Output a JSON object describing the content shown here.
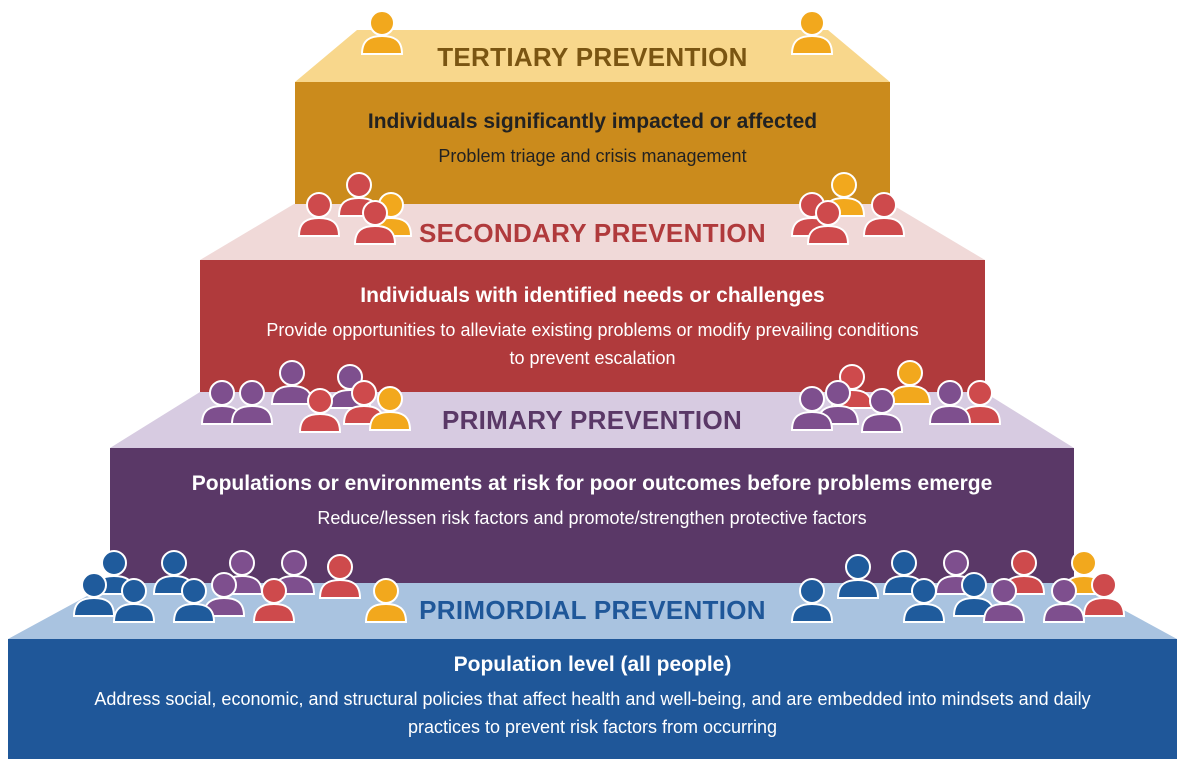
{
  "colors": {
    "tertiary_box": "#CB8B1C",
    "tertiary_top": "#F8D78C",
    "tertiary_label": "#7A5512",
    "secondary_box": "#B03A3C",
    "secondary_top": "#F0D9D8",
    "secondary_label": "#B03A3C",
    "primary_box": "#5A3867",
    "primary_top": "#D7CBE1",
    "primary_label": "#5A3867",
    "primordial_box": "#1F5799",
    "primordial_top": "#A9C3E0",
    "primordial_label": "#1F5799",
    "person_gold": "#F2A81D",
    "person_red": "#CE4A4C",
    "person_purple": "#7E4F8E",
    "person_blue": "#1F5B9C"
  },
  "tiers": {
    "tertiary": {
      "label": "TERTIARY PREVENTION",
      "title": "Individuals significantly impacted or affected",
      "description": "Problem triage and crisis management"
    },
    "secondary": {
      "label": "SECONDARY PREVENTION",
      "title": "Individuals with identified needs or challenges",
      "description": "Provide opportunities to alleviate existing problems or modify prevailing conditions to prevent escalation"
    },
    "primary": {
      "label": "PRIMARY PREVENTION",
      "title": "Populations or environments at risk for poor outcomes before problems emerge",
      "description": "Reduce/lessen risk factors and promote/strengthen protective factors"
    },
    "primordial": {
      "label": "PRIMORDIAL PREVENTION",
      "title": "Population level (all people)",
      "description": "Address social, economic, and structural policies that affect health and well-being, and are embedded into mindsets and daily practices to prevent risk factors from occurring"
    }
  },
  "people_groups": {
    "tertiary_left": [
      "person_gold"
    ],
    "tertiary_right": [
      "person_gold"
    ],
    "secondary_left": [
      "person_red",
      "person_red",
      "person_red",
      "person_gold"
    ],
    "secondary_right": [
      "person_gold",
      "person_red",
      "person_red",
      "person_red"
    ],
    "primary_left": [
      "person_purple",
      "person_purple",
      "person_purple",
      "person_purple",
      "person_red",
      "person_red",
      "person_gold"
    ],
    "primary_right": [
      "person_gold",
      "person_red",
      "person_red",
      "person_purple",
      "person_purple",
      "person_purple",
      "person_purple"
    ],
    "primordial_left": [
      "person_blue",
      "person_blue",
      "person_blue",
      "person_blue",
      "person_blue",
      "person_purple",
      "person_purple",
      "person_purple",
      "person_red",
      "person_red",
      "person_gold"
    ],
    "primordial_right": [
      "person_gold",
      "person_red",
      "person_red",
      "person_purple",
      "person_purple",
      "person_purple",
      "person_blue",
      "person_blue",
      "person_blue",
      "person_blue",
      "person_blue"
    ]
  }
}
